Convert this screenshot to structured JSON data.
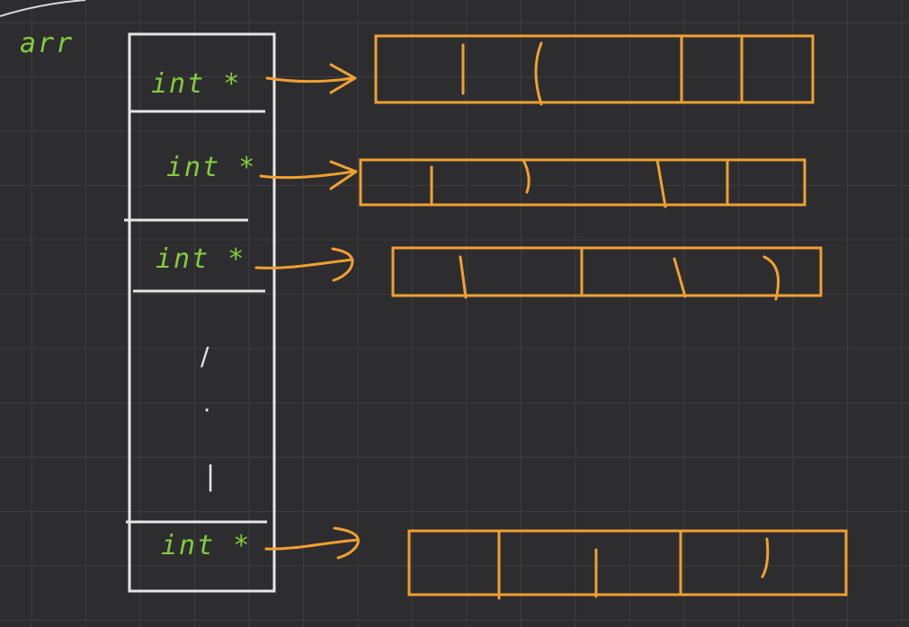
{
  "colors": {
    "background": "#2d2d30",
    "grid": "#3d3d40",
    "array_outline": "#e6e6e6",
    "pointer_label": "#84cc3a",
    "row_outline": "#f0a030"
  },
  "array_name": "arr",
  "pointer_cells": [
    {
      "label": "int *"
    },
    {
      "label": "int *"
    },
    {
      "label": "int *"
    },
    {
      "label": "int *"
    }
  ],
  "ellipsis_marks": [
    "/",
    ".",
    "|"
  ]
}
